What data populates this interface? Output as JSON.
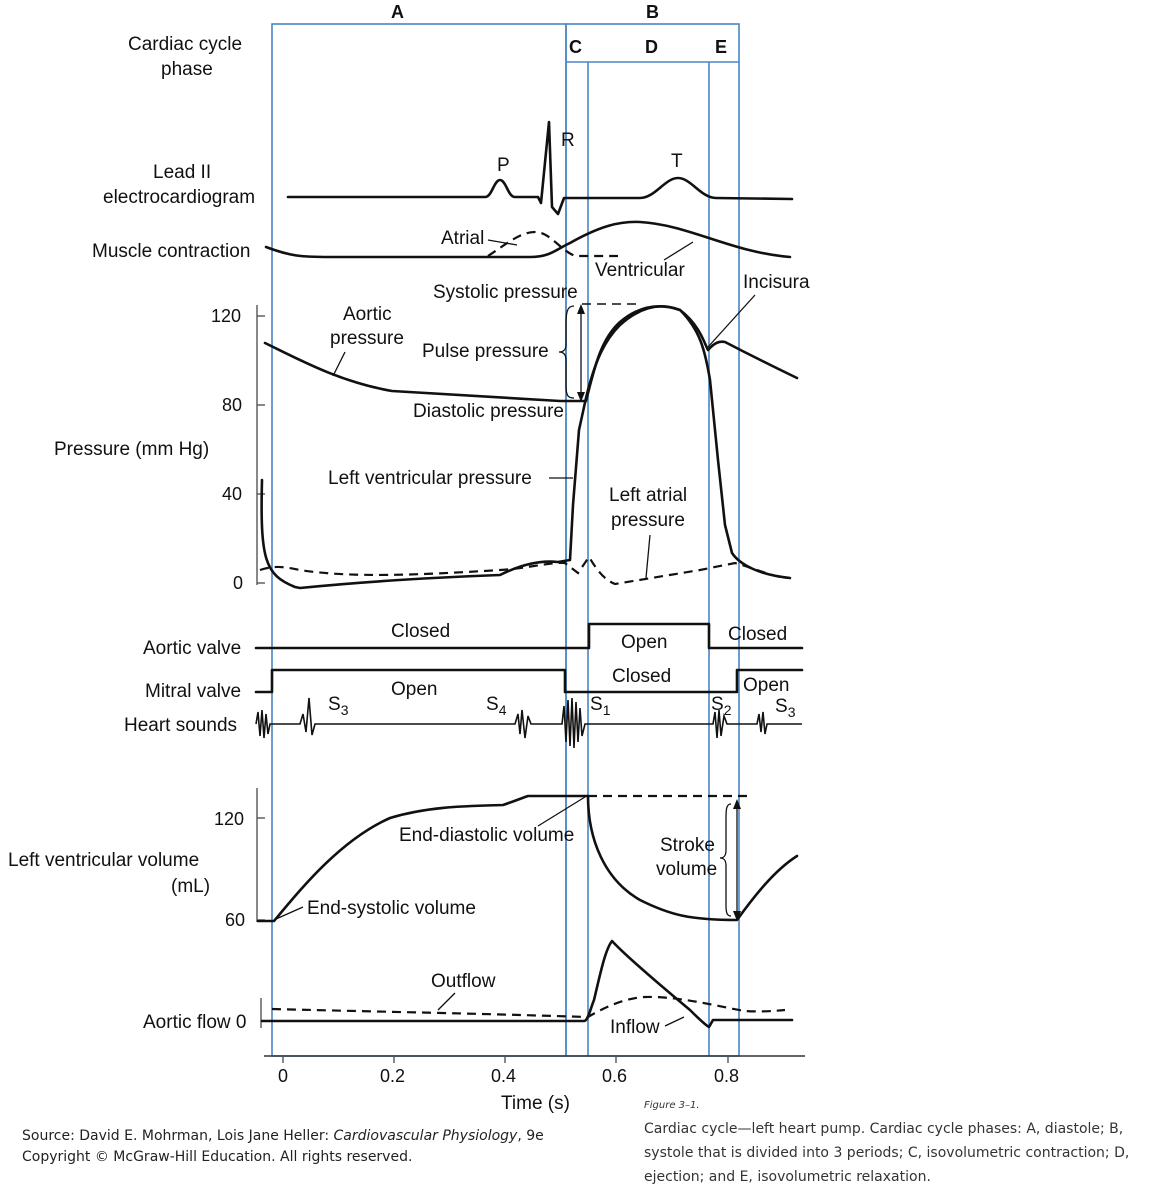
{
  "phases": {
    "row_label_1": "Cardiac cycle",
    "row_label_2": "phase",
    "A": "A",
    "B": "B",
    "C": "C",
    "D": "D",
    "E": "E"
  },
  "ecg": {
    "label_1": "Lead II",
    "label_2": "electrocardiogram",
    "P": "P",
    "R": "R",
    "T": "T"
  },
  "contraction": {
    "label": "Muscle contraction",
    "atrial": "Atrial",
    "ventricular": "Ventricular"
  },
  "pressure": {
    "axis_label": "Pressure (mm Hg)",
    "ticks": [
      "120",
      "80",
      "40",
      "0"
    ],
    "aortic_1": "Aortic",
    "aortic_2": "pressure",
    "systolic": "Systolic pressure",
    "pulse": "Pulse pressure",
    "diastolic": "Diastolic pressure",
    "incisura": "Incisura",
    "lv": "Left ventricular pressure",
    "la_1": "Left atrial",
    "la_2": "pressure"
  },
  "valves": {
    "aortic_label": "Aortic valve",
    "aortic_closed_1": "Closed",
    "aortic_open": "Open",
    "aortic_closed_2": "Closed",
    "mitral_label": "Mitral valve",
    "mitral_open_1": "Open",
    "mitral_closed": "Closed",
    "mitral_open_2": "Open"
  },
  "sounds": {
    "label": "Heart sounds",
    "s3a": "S",
    "s3a_sub": "3",
    "s4": "S",
    "s4_sub": "4",
    "s1": "S",
    "s1_sub": "1",
    "s2": "S",
    "s2_sub": "2",
    "s3b": "S",
    "s3b_sub": "3"
  },
  "volume": {
    "label_1": "Left ventricular volume",
    "label_2": "(mL)",
    "ticks": [
      "120",
      "60"
    ],
    "edv": "End-diastolic volume",
    "esv": "End-systolic volume",
    "stroke_1": "Stroke",
    "stroke_2": "volume"
  },
  "flow": {
    "label": "Aortic flow 0",
    "outflow": "Outflow",
    "inflow": "Inflow"
  },
  "time_axis": {
    "ticks": [
      "0",
      "0.2",
      "0.4",
      "0.6",
      "0.8"
    ],
    "label": "Time (s)"
  },
  "source": {
    "prefix": "Source: David E. Mohrman, Lois Jane Heller: ",
    "title": "Cardiovascular Physiology",
    "edition": ", 9e",
    "copyright": "Copyright © McGraw-Hill Education. All rights reserved."
  },
  "caption": {
    "figure_no": "Figure 3–1.",
    "text": "Cardiac cycle—left heart pump. Cardiac cycle phases: A, diastole; B, systole that is divided into 3 periods; C, isovolumetric contraction; D, ejection; and E, isovolumetric relaxation."
  }
}
